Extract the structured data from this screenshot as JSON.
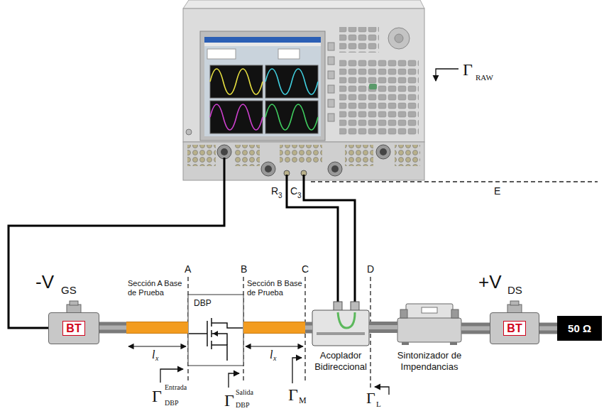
{
  "diagram": {
    "nodes": [
      {
        "text": [
          "BT"
        ]
      },
      {
        "text": [
          "Sección A Base de Prueba"
        ]
      },
      {
        "text": [
          "DBP"
        ]
      },
      {
        "text": [
          "Sección B Base de Prueba"
        ]
      },
      {
        "text": [
          "Acoplador Bidireccional"
        ]
      },
      {
        "text": [
          "Sintonizador de Impendancias"
        ]
      },
      {
        "text": [
          "BT"
        ]
      },
      {
        "text": [
          "50 Ω"
        ]
      }
    ],
    "edges": [
      {
        "from": 0,
        "to": 1,
        "arrow": "none"
      },
      {
        "from": 3,
        "to": 4,
        "arrow": "none"
      },
      {
        "from": 4,
        "to": 5,
        "arrow": "none"
      },
      {
        "from": 5,
        "to": 6,
        "arrow": "none"
      },
      {
        "from": 6,
        "to": 7,
        "arrow": "none"
      }
    ],
    "labels": [
      "Γ",
      "RAW",
      "E",
      "R",
      "3",
      "C",
      "3",
      "-V",
      "GS",
      "+V",
      "DS",
      "A",
      "B",
      "C",
      "D",
      "l",
      "x",
      "l",
      "x",
      "Γ",
      "Entrada",
      "DBP",
      "Γ",
      "Salida",
      "DBP",
      "Γ",
      "M",
      "Γ",
      "L"
    ]
  }
}
